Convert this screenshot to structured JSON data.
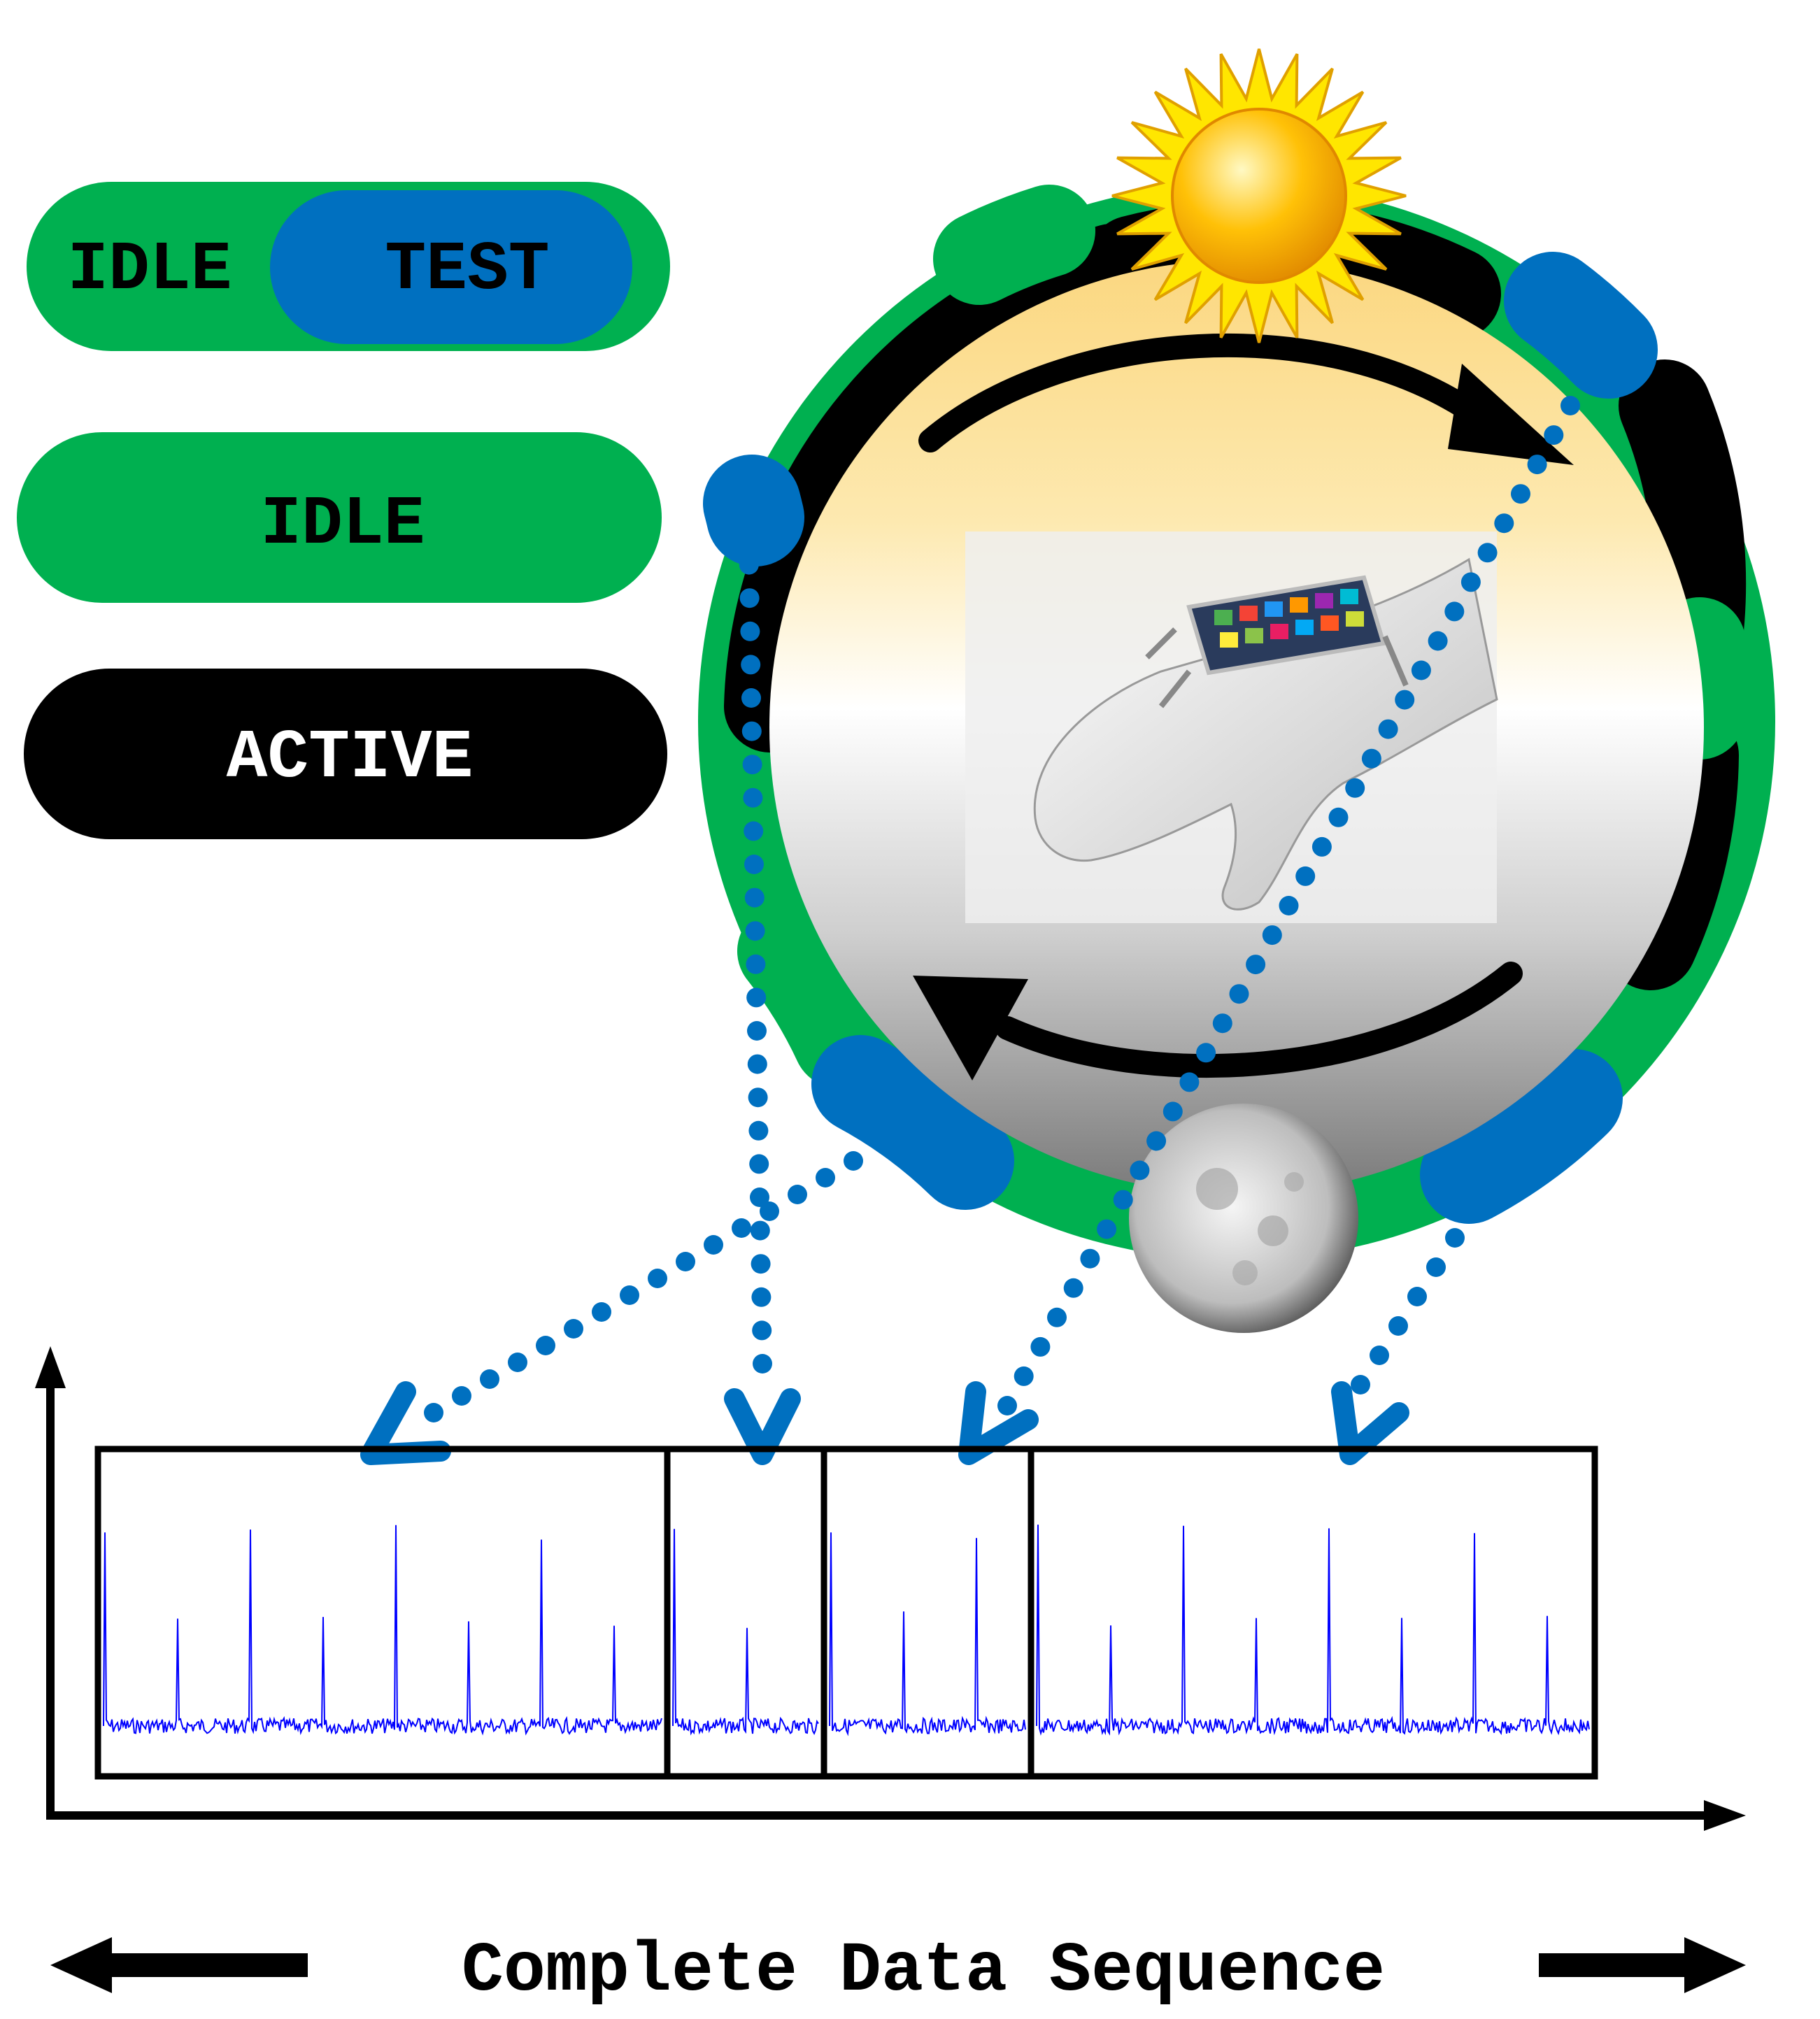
{
  "legend": {
    "idle_test": {
      "left_label": "IDLE",
      "right_label": "TEST"
    },
    "idle": {
      "label": "IDLE"
    },
    "active": {
      "label": "ACTIVE"
    }
  },
  "caption": {
    "label": "Complete Data Sequence"
  },
  "colors": {
    "idle_green": "#00b050",
    "test_blue": "#0070c0",
    "active_black": "#000000",
    "signal_blue": "#0000ff",
    "sun_yellow": "#ffd700",
    "day_sky": "#fde9a6",
    "night_gray": "#7f7f7f"
  },
  "icons": {
    "day": "sun-icon",
    "night": "moon-icon",
    "device": "wrist-wearable-illustration",
    "cycle": "clockwise-arrows"
  },
  "timeline": {
    "segments": [
      "segment-1",
      "segment-2",
      "segment-3",
      "segment-4"
    ]
  }
}
